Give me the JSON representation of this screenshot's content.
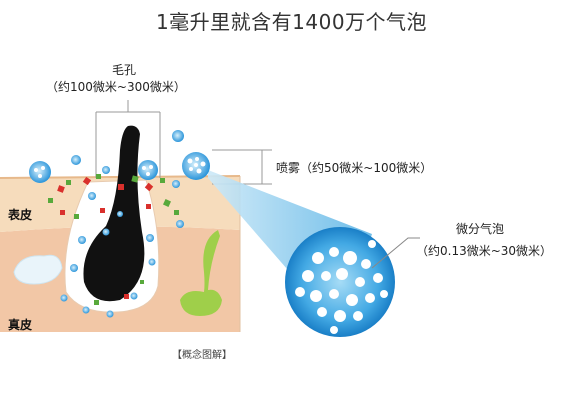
{
  "title": "1毫升里就含有1400万个气泡",
  "pore": {
    "name": "毛孔",
    "size": "（约100微米~300微米）"
  },
  "spray": {
    "label": "喷雾（约50微米~100微米）"
  },
  "micro_bubble": {
    "name": "微分气泡",
    "size": "（约0.13微米~30微米）"
  },
  "layers": {
    "epidermis": "表皮",
    "dermis": "真皮"
  },
  "caption": "【概念图解】",
  "colors": {
    "epidermis": "#f6dcbc",
    "dermis": "#f2c7a6",
    "hair": "#111111",
    "bubble": "#2f9ee0",
    "cone": "#7ec4ea",
    "flora_red": "#d9302c",
    "flora_green": "#58a93b",
    "gland": "#9fcf4a"
  }
}
